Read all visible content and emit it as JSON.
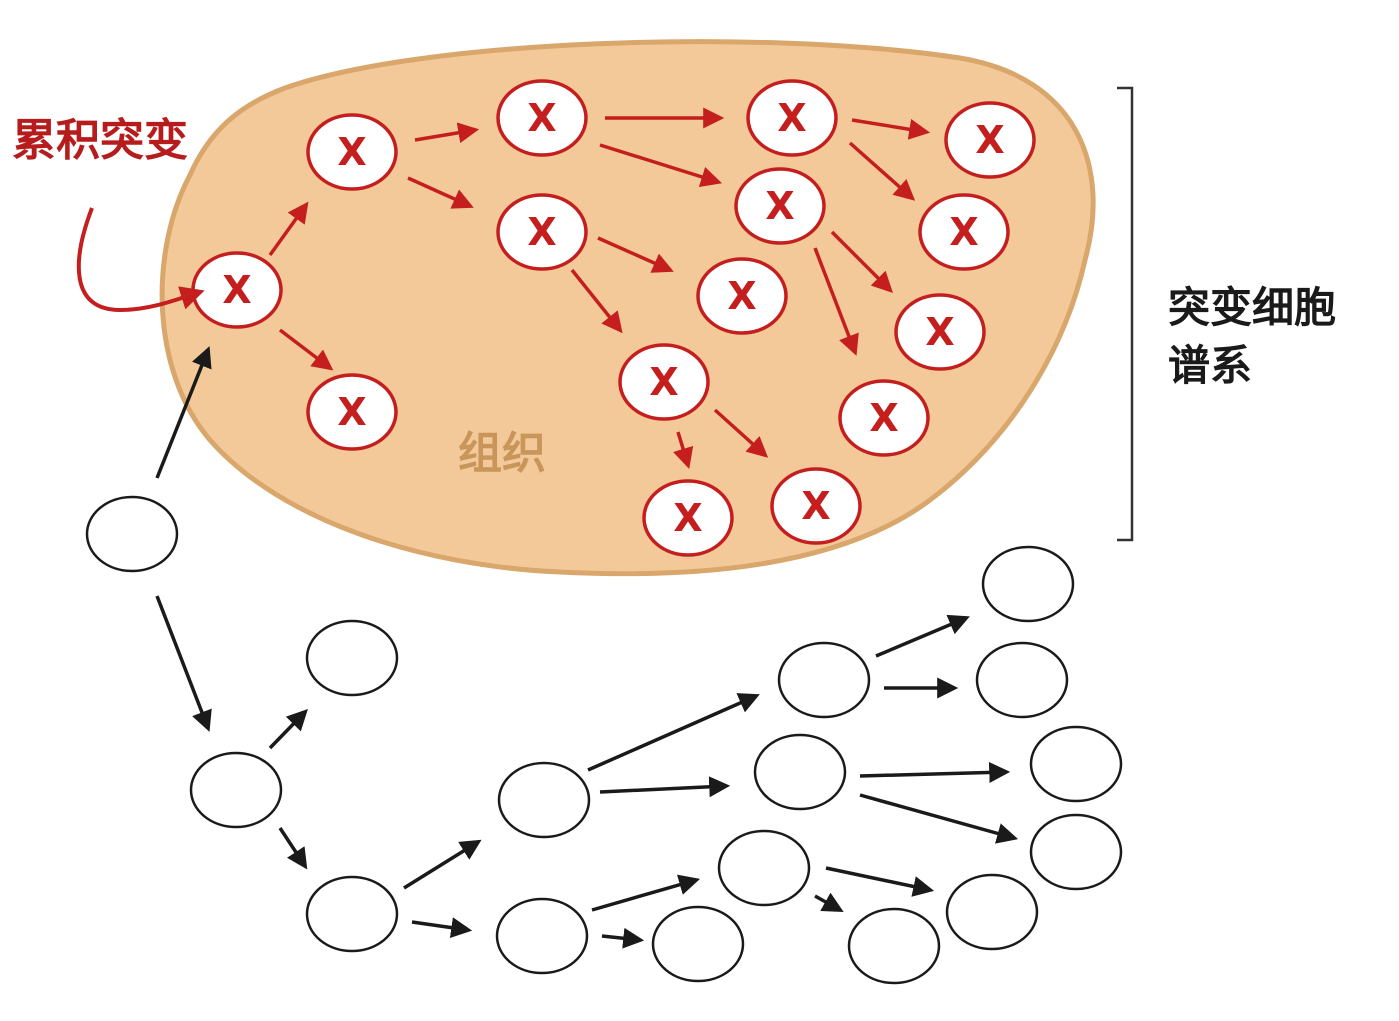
{
  "labels": {
    "accumulated_mutation": "累积突变",
    "tissue": "组织",
    "lineage_line1": "突变细胞",
    "lineage_line2": "谱系"
  },
  "cell_mark": "X",
  "colors": {
    "mutant": "#c41e1e",
    "normal": "#1a1a1a",
    "tissue_fill": "#f3c99a",
    "tissue_edge": "#d9a66b",
    "tissue_label": "#c8955a"
  }
}
